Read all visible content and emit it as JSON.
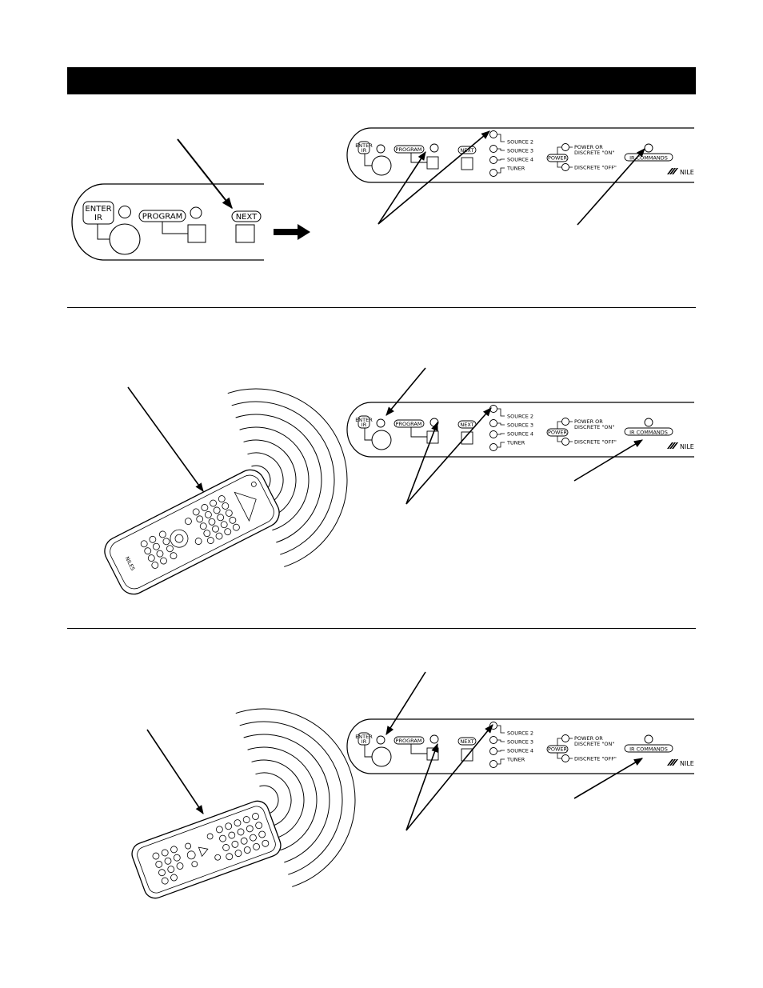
{
  "panel_large": {
    "enter_label_1": "ENTER",
    "enter_label_2": "IR",
    "program_label": "PROGRAM",
    "next_label": "NEXT"
  },
  "panel_small": {
    "enter_label_1": "ENTER",
    "enter_label_2": "IR",
    "program_label": "PROGRAM",
    "next_label": "NEXT",
    "source_labels": [
      "SOURCE 2",
      "SOURCE 3",
      "SOURCE 4",
      "TUNER"
    ],
    "power_label": "POWER",
    "power_on_line1": "POWER OR",
    "power_on_line2": "DISCRETE \"ON\"",
    "power_off_label": "DISCRETE \"OFF\"",
    "ir_commands_label": "IR COMMANDS",
    "brand": "NILE"
  },
  "remote": {
    "brand": "NILES"
  },
  "colors": {
    "ink": "#000000",
    "paper": "#ffffff"
  }
}
